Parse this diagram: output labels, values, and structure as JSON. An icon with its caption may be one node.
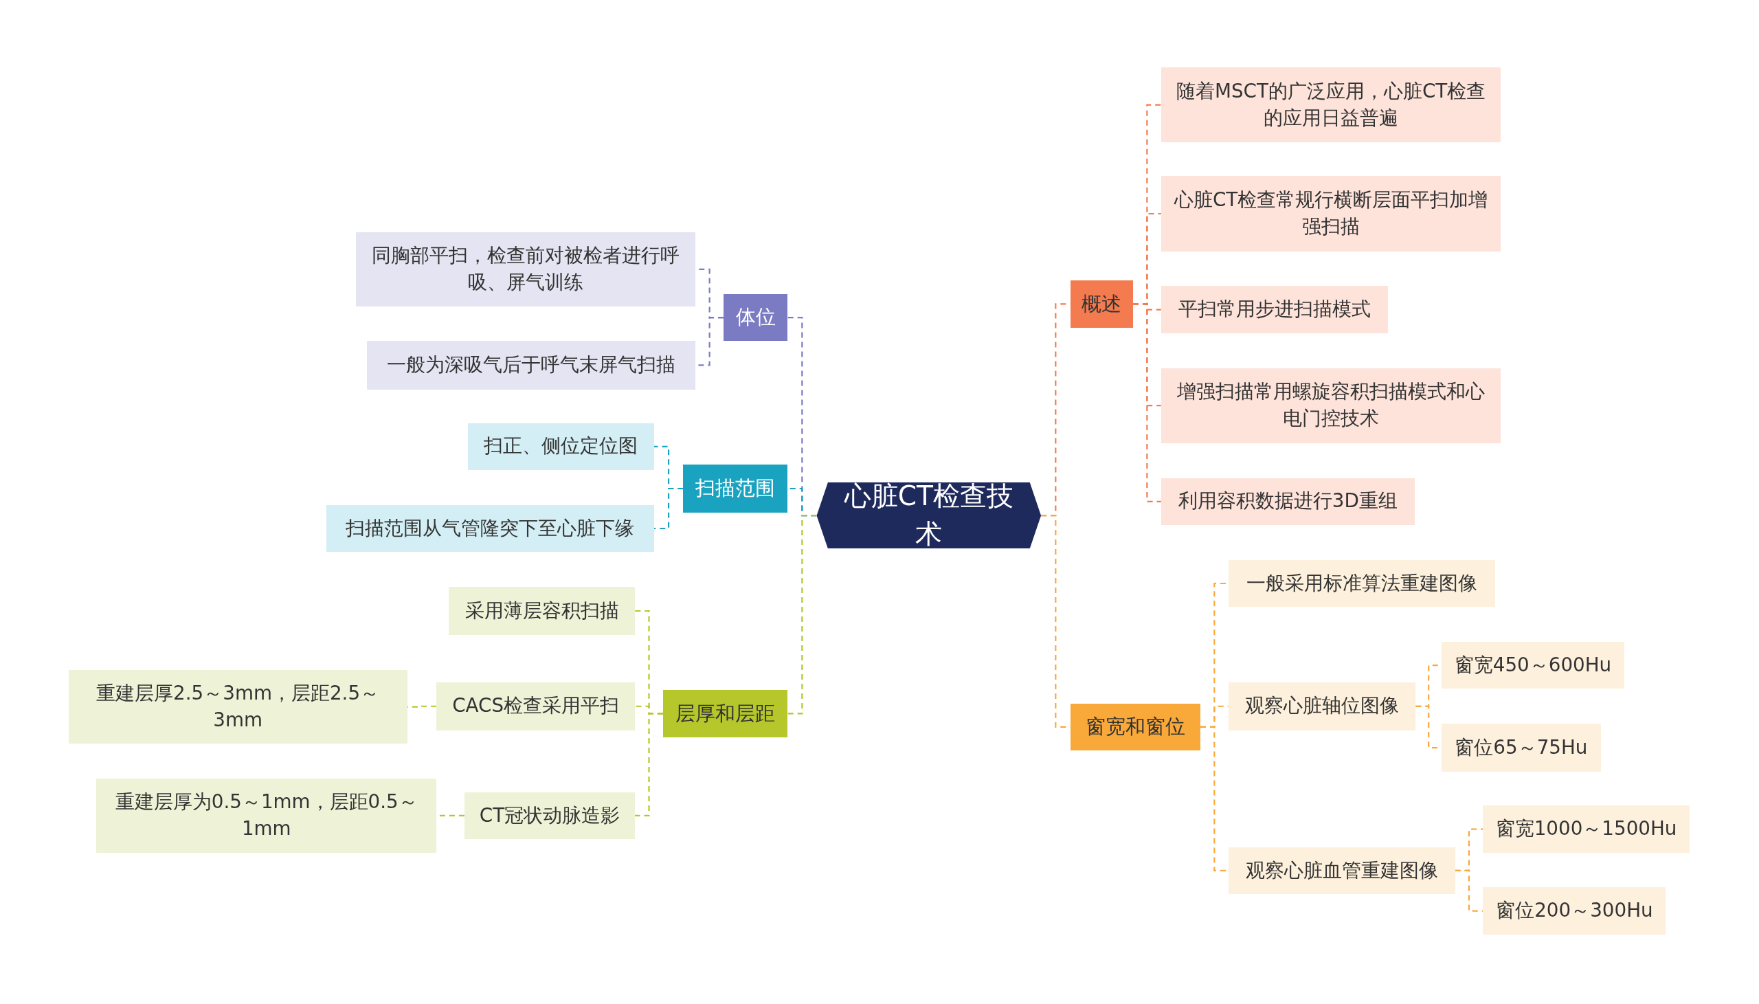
{
  "diagram": {
    "nodes": [
      {
        "text": [
          "心脏CT检查技术"
        ]
      },
      {
        "text": [
          "体位"
        ]
      },
      {
        "text": [
          "同胸部平扫，检查前对被检者进行呼吸、屏气训练"
        ]
      },
      {
        "text": [
          "一般为深吸气后于呼气末屏气扫描"
        ]
      },
      {
        "text": [
          "扫描范围"
        ]
      },
      {
        "text": [
          "扫正、侧位定位图"
        ]
      },
      {
        "text": [
          "扫描范围从气管隆突下至心脏下缘"
        ]
      },
      {
        "text": [
          "层厚和层距"
        ]
      },
      {
        "text": [
          "采用薄层容积扫描"
        ]
      },
      {
        "text": [
          "CACS检查采用平扫"
        ]
      },
      {
        "text": [
          "重建层厚2.5～3mm，层距2.5～3mm"
        ]
      },
      {
        "text": [
          "CT冠状动脉造影"
        ]
      },
      {
        "text": [
          "重建层厚为0.5～1mm，层距0.5～1mm"
        ]
      },
      {
        "text": [
          "概述"
        ]
      },
      {
        "text": [
          "随着MSCT的广泛应用，心脏CT检查的应用日益普遍"
        ]
      },
      {
        "text": [
          "心脏CT检查常规行横断层面平扫加增强扫描"
        ]
      },
      {
        "text": [
          "平扫常用步进扫描模式"
        ]
      },
      {
        "text": [
          "增强扫描常用螺旋容积扫描模式和心电门控技术"
        ]
      },
      {
        "text": [
          "利用容积数据进行3D重组"
        ]
      },
      {
        "text": [
          "窗宽和窗位"
        ]
      },
      {
        "text": [
          "一般采用标准算法重建图像"
        ]
      },
      {
        "text": [
          "观察心脏轴位图像"
        ]
      },
      {
        "text": [
          "窗宽450～600Hu"
        ]
      },
      {
        "text": [
          "窗位65～75Hu"
        ]
      },
      {
        "text": [
          "观察心脏血管重建图像"
        ]
      },
      {
        "text": [
          "窗宽1000～1500Hu"
        ]
      },
      {
        "text": [
          "窗位200～300Hu"
        ]
      }
    ],
    "edges": [
      {
        "from": 0,
        "to": 1,
        "arrow": "none",
        "color": "#7b7bc4"
      },
      {
        "from": 1,
        "to": 2,
        "arrow": "none",
        "color": "#7b7bc4"
      },
      {
        "from": 1,
        "to": 3,
        "arrow": "none",
        "color": "#7b7bc4"
      },
      {
        "from": 0,
        "to": 4,
        "arrow": "none",
        "color": "#1aa3c0"
      },
      {
        "from": 4,
        "to": 5,
        "arrow": "none",
        "color": "#1aa3c0"
      },
      {
        "from": 4,
        "to": 6,
        "arrow": "none",
        "color": "#1aa3c0"
      },
      {
        "from": 0,
        "to": 7,
        "arrow": "none",
        "color": "#b5c72a"
      },
      {
        "from": 7,
        "to": 8,
        "arrow": "none",
        "color": "#b5c72a"
      },
      {
        "from": 7,
        "to": 9,
        "arrow": "none",
        "color": "#b5c72a"
      },
      {
        "from": 9,
        "to": 10,
        "arrow": "none",
        "color": "#b5c72a"
      },
      {
        "from": 7,
        "to": 11,
        "arrow": "none",
        "color": "#b5c72a"
      },
      {
        "from": 11,
        "to": 12,
        "arrow": "none",
        "color": "#b5c72a"
      },
      {
        "from": 0,
        "to": 13,
        "arrow": "none",
        "color": "#f47b4f"
      },
      {
        "from": 13,
        "to": 14,
        "arrow": "none",
        "color": "#f47b4f"
      },
      {
        "from": 13,
        "to": 15,
        "arrow": "none",
        "color": "#f47b4f"
      },
      {
        "from": 13,
        "to": 16,
        "arrow": "none",
        "color": "#f47b4f"
      },
      {
        "from": 13,
        "to": 17,
        "arrow": "none",
        "color": "#f47b4f"
      },
      {
        "from": 13,
        "to": 18,
        "arrow": "none",
        "color": "#f47b4f"
      },
      {
        "from": 0,
        "to": 19,
        "arrow": "none",
        "color": "#f9a93a"
      },
      {
        "from": 19,
        "to": 20,
        "arrow": "none",
        "color": "#f9a93a"
      },
      {
        "from": 19,
        "to": 21,
        "arrow": "none",
        "color": "#f9a93a"
      },
      {
        "from": 21,
        "to": 22,
        "arrow": "none",
        "color": "#f9a93a"
      },
      {
        "from": 21,
        "to": 23,
        "arrow": "none",
        "color": "#f9a93a"
      },
      {
        "from": 19,
        "to": 24,
        "arrow": "none",
        "color": "#f9a93a"
      },
      {
        "from": 24,
        "to": 25,
        "arrow": "none",
        "color": "#f9a93a"
      },
      {
        "from": 24,
        "to": 26,
        "arrow": "none",
        "color": "#f9a93a"
      }
    ]
  }
}
